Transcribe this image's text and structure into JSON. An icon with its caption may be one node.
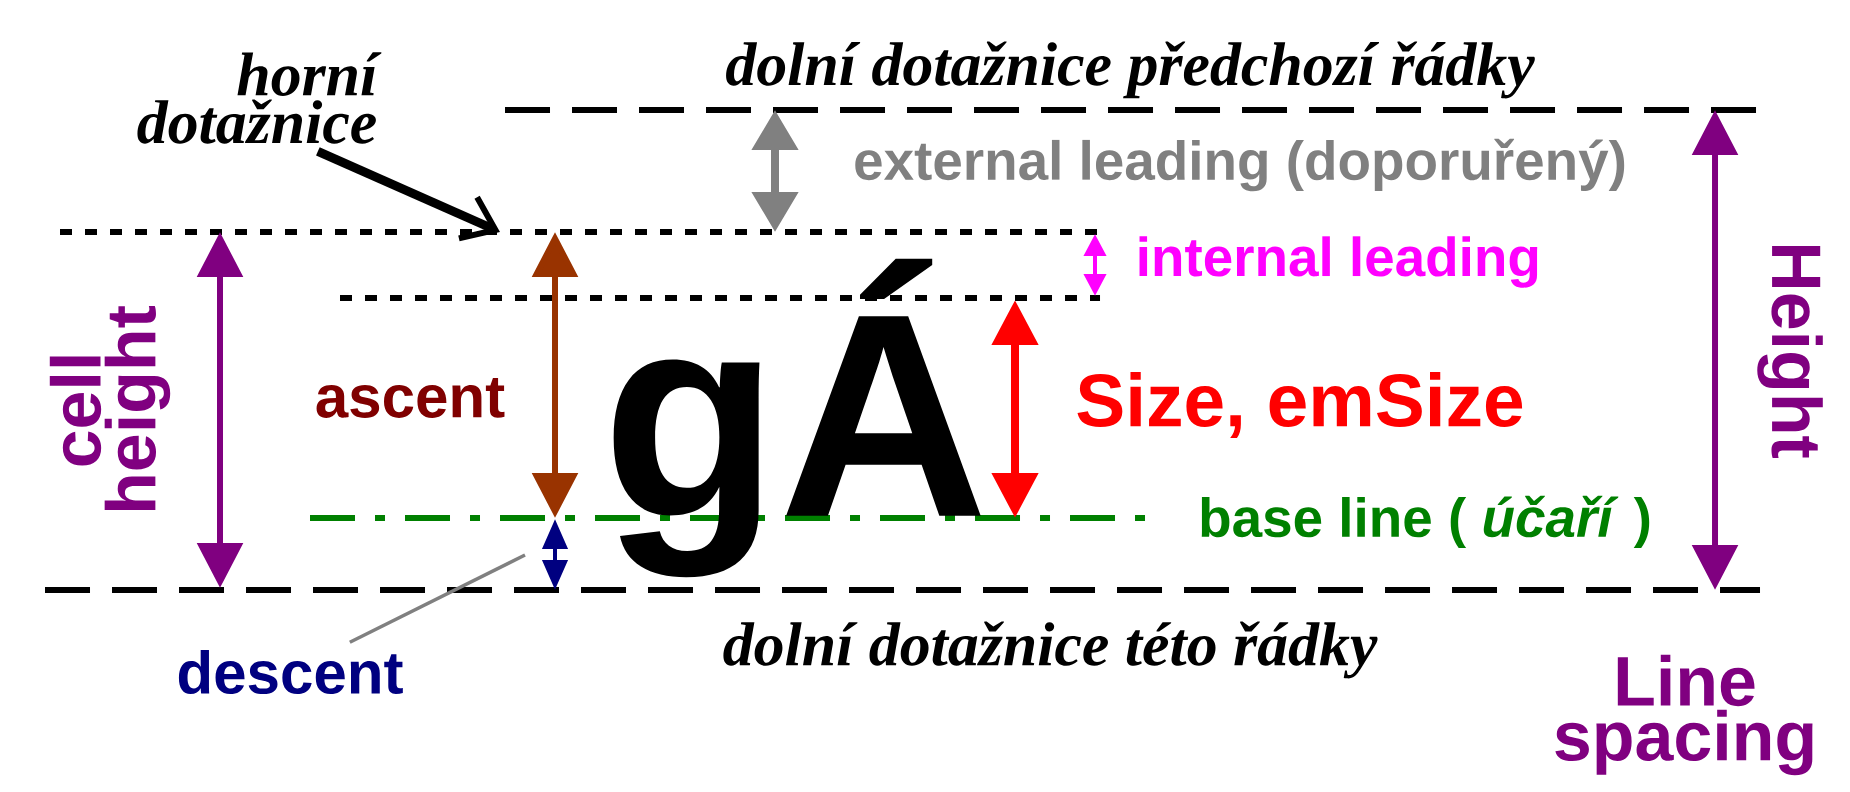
{
  "diagram": {
    "nodes": [
      {
        "text": [
          "horní dotažnice"
        ]
      },
      {
        "text": [
          "descent"
        ]
      }
    ],
    "edges": [
      {
        "from": 0,
        "to": null,
        "arrow": "to",
        "style": "thick"
      },
      {
        "from": 1,
        "to": null,
        "arrow": "none",
        "color": "#808080"
      }
    ],
    "labels": [
      "dolní dotažnice předchozí řádky",
      "external leading (doporuřený)",
      "internal leading",
      "cell height",
      "ascent",
      "gÁ",
      "Size, emSize",
      "base line ( *účaří* )",
      "dolní dotažnice této řádky",
      "Height",
      "Line spacing"
    ]
  }
}
